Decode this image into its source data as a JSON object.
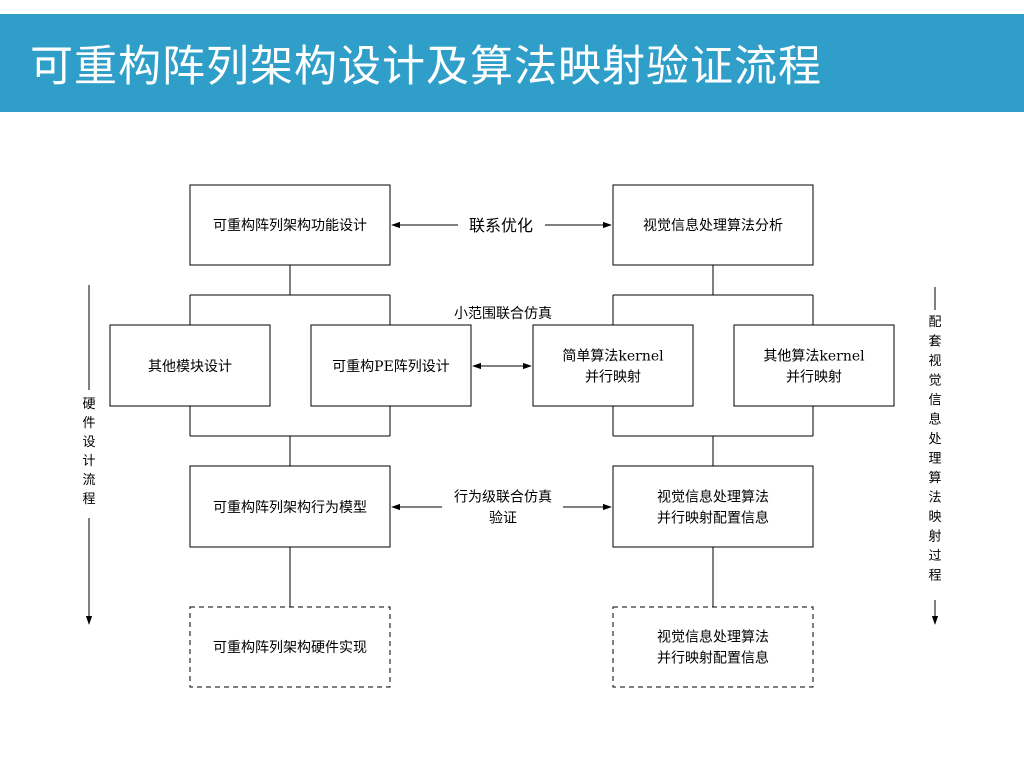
{
  "slide_title": "可重构阵列架构设计及算法映射验证流程",
  "boxes": {
    "arch_function_design": [
      "可重构阵列架构功能设计"
    ],
    "vision_algo_analysis": [
      "视觉信息处理算法分析"
    ],
    "other_module_design": [
      "其他模块设计"
    ],
    "pe_array_design": [
      "可重构PE阵列设计"
    ],
    "simple_kernel_mapping": [
      "简单算法kernel",
      "并行映射"
    ],
    "other_kernel_mapping": [
      "其他算法kernel",
      "并行映射"
    ],
    "behavior_model": [
      "可重构阵列架构行为模型"
    ],
    "mapping_config_info": [
      "视觉信息处理算法",
      "并行映射配置信息"
    ],
    "hardware_impl": [
      "可重构阵列架构硬件实现"
    ],
    "mapping_config_info_final": [
      "视觉信息处理算法",
      "并行映射配置信息"
    ]
  },
  "links": {
    "joint_optimization": "联系优化",
    "small_scale_cosim": "小范围联合仿真",
    "behavior_cosim": [
      "行为级联合仿真",
      "验证"
    ]
  },
  "side_labels": {
    "hardware_flow": [
      "硬",
      "件",
      "设",
      "计",
      "流",
      "程"
    ],
    "algo_mapping_flow": [
      "配",
      "套",
      "视",
      "觉",
      "信",
      "息",
      "处",
      "理",
      "算",
      "法",
      "映",
      "射",
      "过",
      "程"
    ]
  }
}
